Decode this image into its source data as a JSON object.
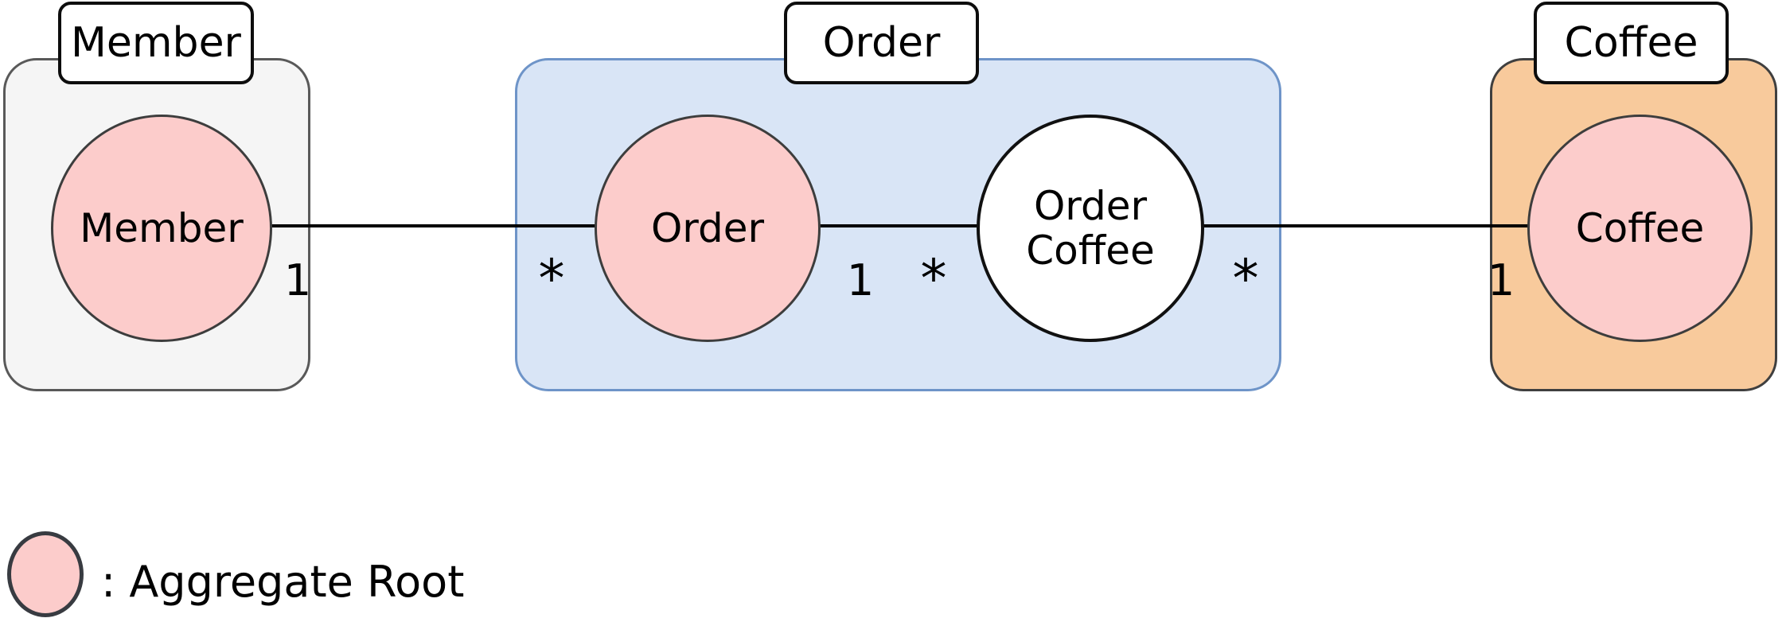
{
  "colors": {
    "aggregate-pink": "#fccccb",
    "node-border": "#3d3d3d",
    "member-box-fill": "#f5f5f5",
    "member-box-border": "#595959",
    "order-box-fill": "#d9e5f6",
    "order-box-border": "#6e94c8",
    "coffee-box-fill": "#f8ca9c",
    "coffee-box-border": "#3f3f3f",
    "line-color": "#000000"
  },
  "groups": {
    "member": {
      "title": "Member"
    },
    "order": {
      "title": "Order"
    },
    "coffee": {
      "title": "Coffee"
    }
  },
  "nodes": {
    "member": {
      "label": "Member",
      "aggregate_root": true
    },
    "order": {
      "label": "Order",
      "aggregate_root": true
    },
    "order_coffee": {
      "label_line1": "Order",
      "label_line2": "Coffee",
      "aggregate_root": false
    },
    "coffee": {
      "label": "Coffee",
      "aggregate_root": true
    }
  },
  "relations": {
    "member_order": {
      "member_end": "1",
      "order_end": "*"
    },
    "order_ordercoffee": {
      "order_end": "1",
      "ordercoffee_end": "*"
    },
    "ordercoffee_coffee": {
      "ordercoffee_end": "*",
      "coffee_end": "1"
    }
  },
  "legend": {
    "symbol": "aggregate-root-circle",
    "label": ": Aggregate Root"
  }
}
